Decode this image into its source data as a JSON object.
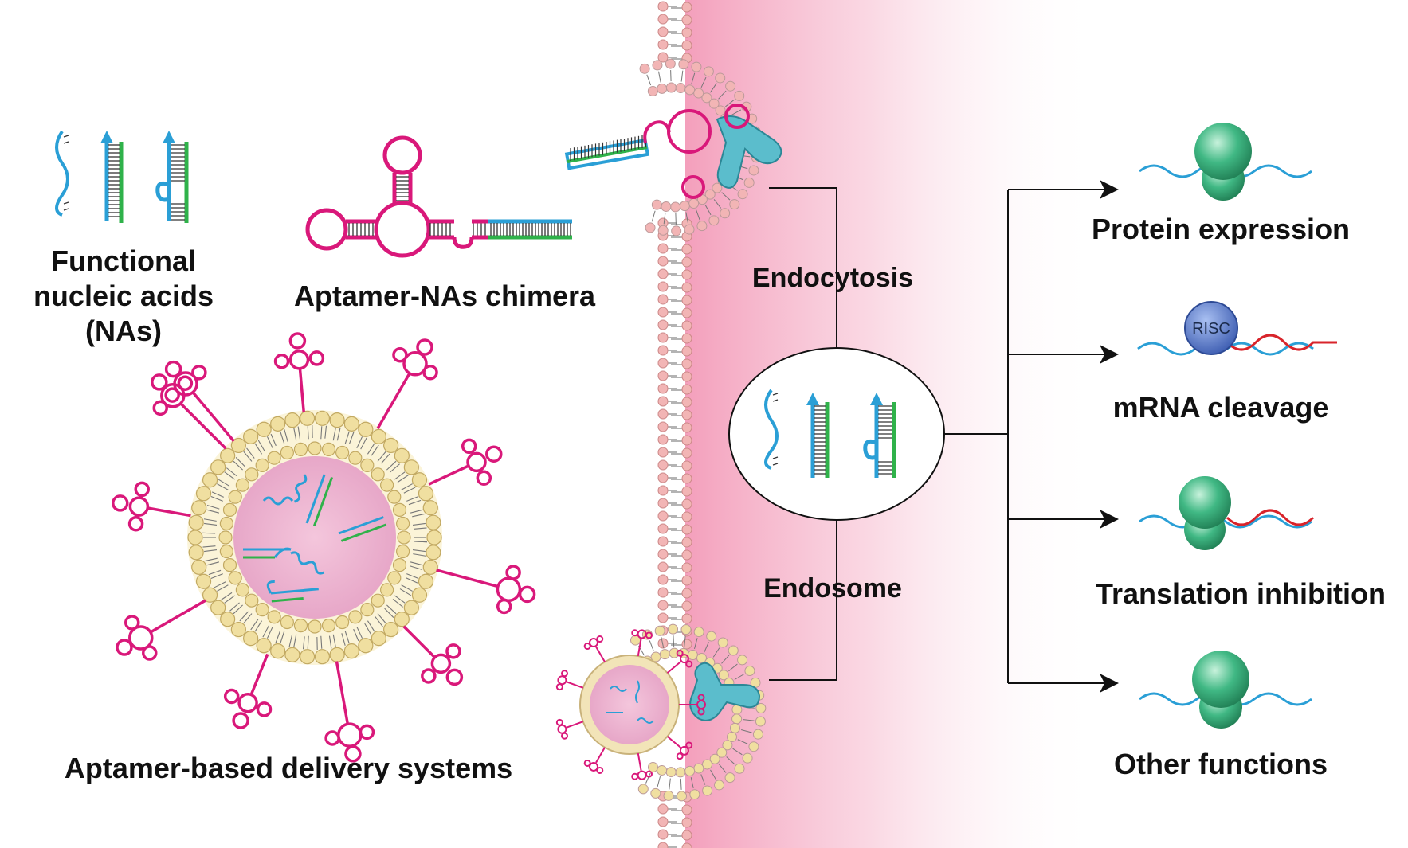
{
  "labels": {
    "functional_nas_line1": "Functional",
    "functional_nas_line2": "nucleic acids",
    "functional_nas_line3": "(NAs)",
    "chimera": "Aptamer-NAs chimera",
    "delivery": "Aptamer-based delivery systems",
    "endocytosis": "Endocytosis",
    "endosome": "Endosome",
    "risc": "RISC"
  },
  "outcomes": [
    {
      "label": "Protein expression",
      "glyph": "ribosome-on-mrna"
    },
    {
      "label": "mRNA cleavage",
      "glyph": "risc-on-mrna"
    },
    {
      "label": "Translation inhibition",
      "glyph": "ribosome-blocked-mrna"
    },
    {
      "label": "Other functions",
      "glyph": "ribosome-on-mrna"
    }
  ],
  "colors": {
    "aptamer": "#d9187a",
    "strand_blue": "#2a9fd6",
    "strand_green": "#2fb24a",
    "strand_red": "#d8242b",
    "lipid_head_pink": "#f2b5b5",
    "lipid_head_yellow": "#f0dfa0",
    "ribosome": "#35b27a",
    "risc": "#5577c9",
    "receptor": "#5bbdcc",
    "cytoplasm": "#f3a6c0"
  }
}
